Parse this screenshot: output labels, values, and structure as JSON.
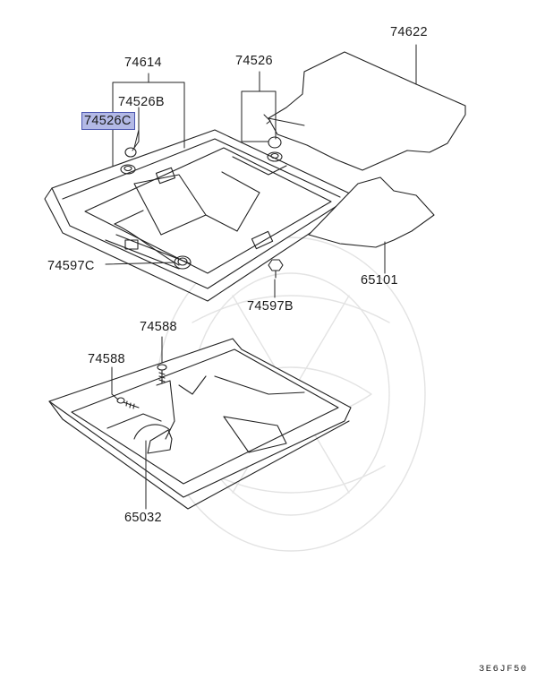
{
  "parts": {
    "p74622": "74622",
    "p74614": "74614",
    "p74526": "74526",
    "p74526b": "74526B",
    "p74526c": "74526C",
    "p74597c": "74597C",
    "p65101": "65101",
    "p74597b": "74597B",
    "p74588_top": "74588",
    "p74588_left": "74588",
    "p65032": "65032"
  },
  "diagram_code": "3E6JF50",
  "highlight_color": "#b3b9e6",
  "highlighted_part": "74526C"
}
